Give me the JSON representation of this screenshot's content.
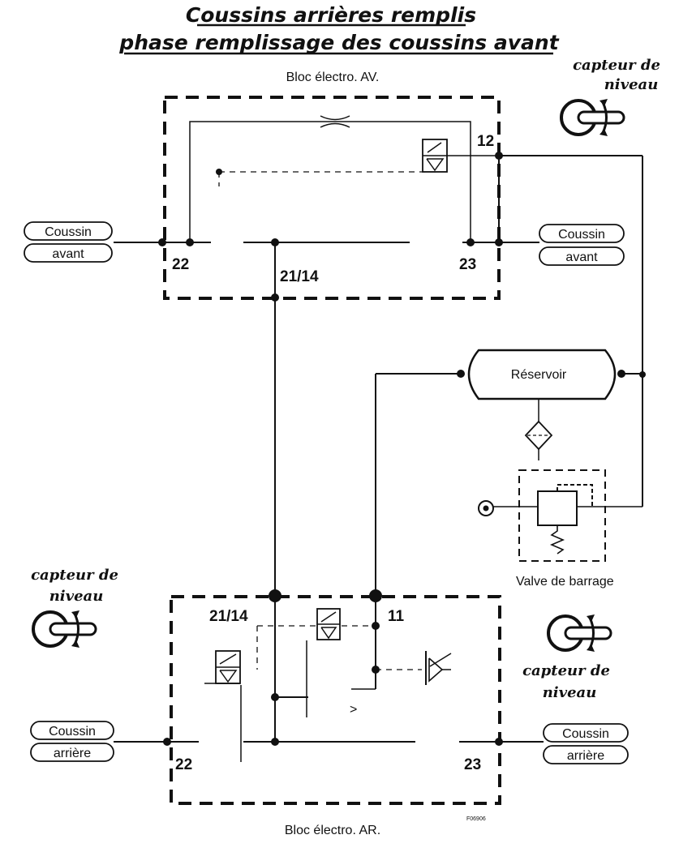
{
  "title": {
    "line1": "Coussins arrières remplis",
    "line2": "phase remplissage des coussins avant"
  },
  "blocks": {
    "front": "Bloc électro. AV.",
    "rear": "Bloc électro. AR."
  },
  "ports": {
    "front_12": "12",
    "front_22": "22",
    "front_21_14": "21/14",
    "front_23": "23",
    "rear_21_14": "21/14",
    "rear_11": "11",
    "rear_22": "22",
    "rear_23": "23"
  },
  "cushions": {
    "front_left": {
      "line1": "Coussin",
      "line2": "avant"
    },
    "front_right": {
      "line1": "Coussin",
      "line2": "avant"
    },
    "rear_left": {
      "line1": "Coussin",
      "line2": "arrière"
    },
    "rear_right": {
      "line1": "Coussin",
      "line2": "arrière"
    }
  },
  "sensors": {
    "top_right": {
      "line1": "capteur de",
      "line2": "niveau"
    },
    "left": {
      "line1": "capteur de",
      "line2": "niveau"
    },
    "right": {
      "line1": "capteur de",
      "line2": "niveau"
    }
  },
  "reservoir": "Réservoir",
  "valve": "Valve de barrage",
  "ref_code": "F06906"
}
